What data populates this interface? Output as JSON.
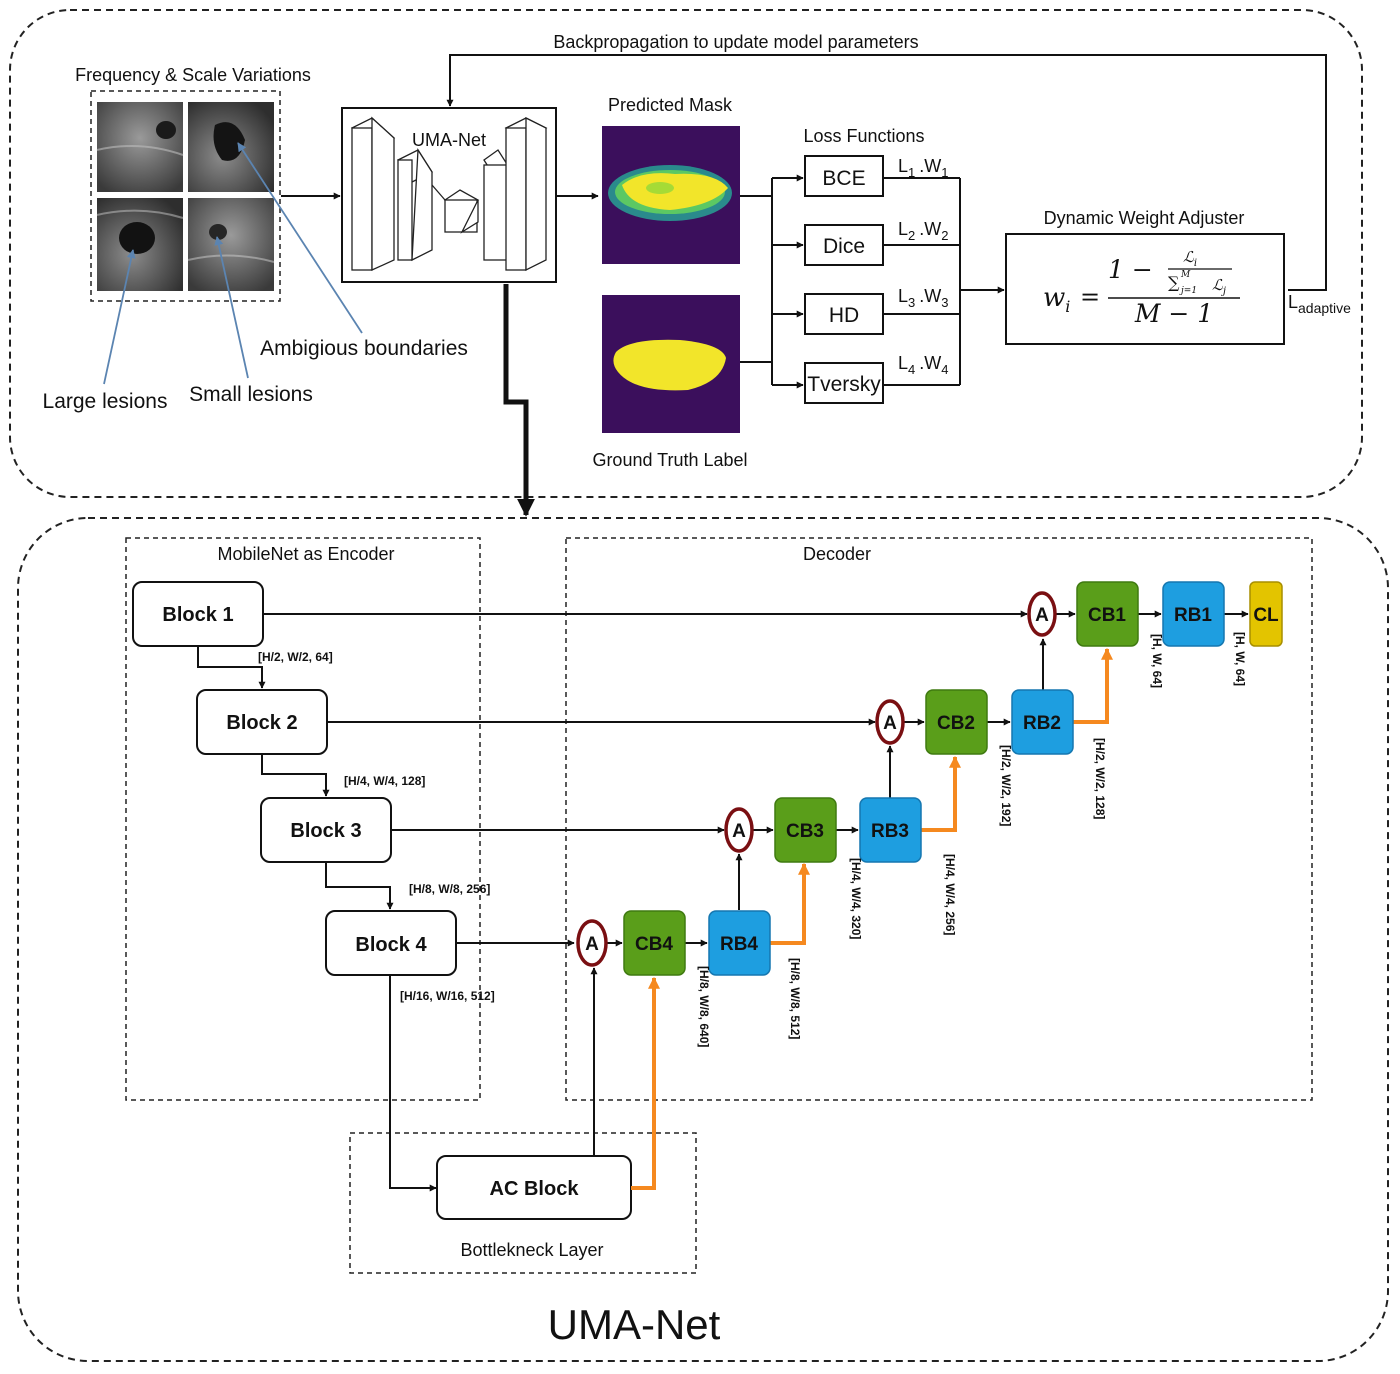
{
  "colors": {
    "cb_fill": "#5a9e1a",
    "rb_fill": "#1e9ee0",
    "cl_fill": "#e3c400",
    "attention_ring": "#7a0f12",
    "skip_arrow": "#f5891f",
    "mask_bg": "#3b0f5c",
    "mask_fg": "#f2e52a"
  },
  "top": {
    "freq_label": "Frequency & Scale Variations",
    "callouts": {
      "ambiguous": "Ambigious boundaries",
      "large": "Large lesions",
      "small": "Small lesions"
    },
    "model_label": "UMA-Net",
    "predicted_label": "Predicted Mask",
    "ground_truth_label": "Ground Truth Label",
    "loss_title": "Loss Functions",
    "losses": [
      {
        "name": "BCE",
        "term": "L",
        "sub": "1",
        "weight": ".W",
        "wsub": "1"
      },
      {
        "name": "Dice",
        "term": "L",
        "sub": "2",
        "weight": ".W",
        "wsub": "2"
      },
      {
        "name": "HD",
        "term": "L",
        "sub": "3",
        "weight": ".W",
        "wsub": "3"
      },
      {
        "name": "Tversky",
        "term": "L",
        "sub": "4",
        "weight": ".W",
        "wsub": "4"
      }
    ],
    "dwa_title": "Dynamic Weight Adjuster",
    "formula": {
      "lhs": "w",
      "lhs_sub": "i",
      "eq": "=",
      "num_one": "1 −",
      "num_L": "ℒ",
      "num_sub": "i",
      "den_sum": "∑",
      "den_sum_sup": "M",
      "den_sum_sub": "j=1",
      "den_L": "ℒ",
      "den_sub": "j",
      "den": "M − 1"
    },
    "l_adaptive": "L",
    "l_adaptive_sub": "adaptive",
    "backprop": "Backpropagation to update model parameters"
  },
  "bottom": {
    "encoder_title": "MobileNet as Encoder",
    "decoder_title": "Decoder",
    "blocks": [
      "Block 1",
      "Block 2",
      "Block 3",
      "Block 4"
    ],
    "enc_dims": [
      "[H/2, W/2, 64]",
      "[H/4, W/4, 128]",
      "[H/8, W/8, 256]",
      "[H/16, W/16, 512]"
    ],
    "attention": "A",
    "cb": [
      "CB4",
      "CB3",
      "CB2",
      "CB1"
    ],
    "rb": [
      "RB4",
      "RB3",
      "RB2",
      "RB1"
    ],
    "cl": "CL",
    "dec_dims_cb": [
      "[H/8, W/8, 640]",
      "[H/4, W/4, 320]",
      "[H/2, W/2, 192]",
      "[H, W, 64]"
    ],
    "dec_dims_rb": [
      "[H/8, W/8, 512]",
      "[H/4, W/4, 256]",
      "[H/2, W/2, 128]",
      "[H, W, 64]"
    ],
    "ac_block": "AC Block",
    "bottleneck": "Bottlekneck Layer",
    "main_title": "UMA-Net"
  }
}
